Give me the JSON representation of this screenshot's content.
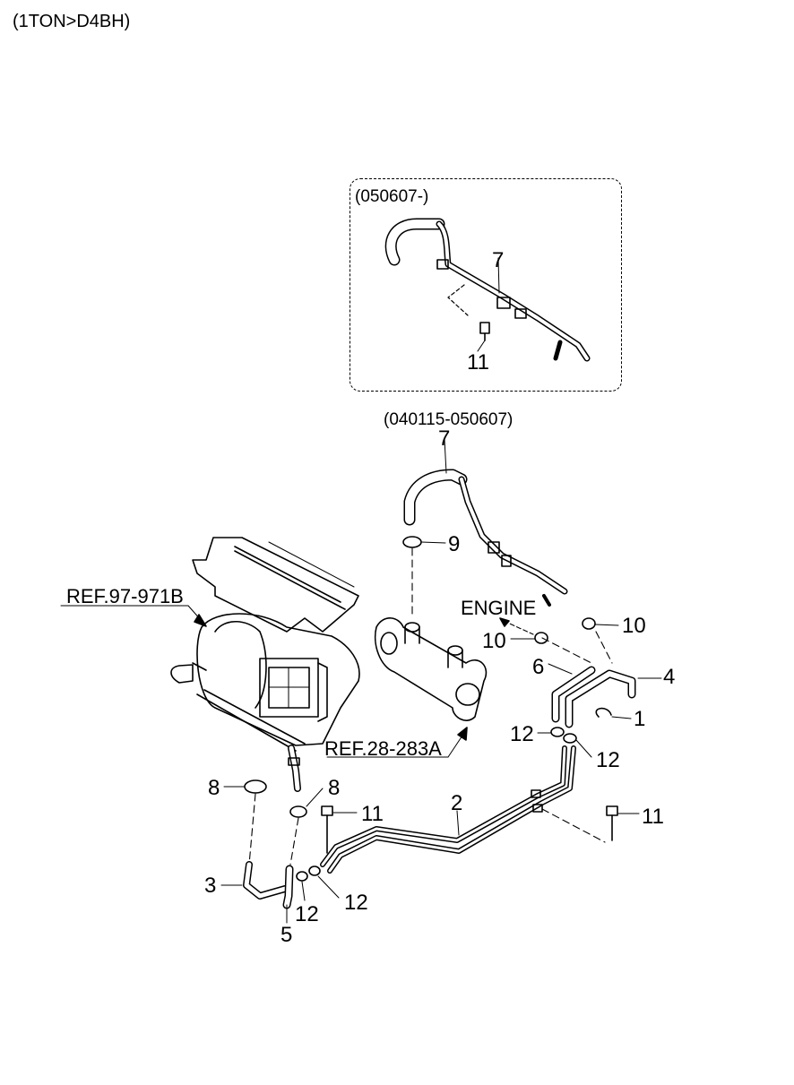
{
  "header": {
    "model_code": "(1TON>D4BH)"
  },
  "inset": {
    "date_range": "(050607-)",
    "callouts": [
      "7",
      "11"
    ]
  },
  "main": {
    "date_range": "(040115-050607)",
    "refs": {
      "heater_unit": "REF.97-971B",
      "egr_cooler": "REF.28-283A"
    },
    "engine_label": "ENGINE",
    "callouts": {
      "top_hose": "7",
      "clamp_9": "9",
      "clamp_10_right": "10",
      "clamp_10_left": "10",
      "hose_6": "6",
      "hose_4": "4",
      "clip_1": "1",
      "clamp_12_left": "12",
      "clamp_12_right": "12",
      "clamp_8_left": "8",
      "clamp_8_right": "8",
      "bolt_11_center": "11",
      "pipe_2": "2",
      "bolt_11_right": "11",
      "hose_3": "3",
      "clamp_12_bottom_a": "12",
      "clamp_12_bottom_b": "12",
      "hose_5": "5"
    }
  }
}
